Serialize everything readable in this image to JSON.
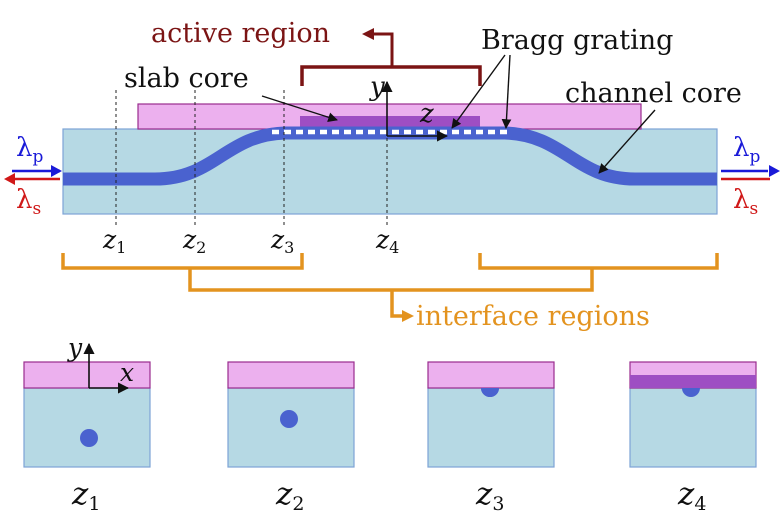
{
  "labels": {
    "active_region": "active region",
    "bragg_grating": "Bragg grating",
    "slab_core": "slab core",
    "channel_core": "channel core",
    "interface_regions": "interface regions",
    "y_axis": "y",
    "z_axis": "z",
    "x_axis": "x",
    "lambda": "λ",
    "pump_sub": "p",
    "signal_sub": "s",
    "z": "z",
    "sub_1": "1",
    "sub_2": "2",
    "sub_3": "3",
    "sub_4": "4"
  },
  "colors": {
    "cladding": "#b6d9e4",
    "cladding_border": "#7da3d6",
    "slab": "#ecb0ee",
    "slab_border": "#9a2c8e",
    "slab_core": "#9e4ec3",
    "channel": "#4a62cf",
    "active": "#7b1414",
    "interface": "#e3931f",
    "pump": "#1a1ad8",
    "signal": "#d01818",
    "text": "#111111"
  }
}
